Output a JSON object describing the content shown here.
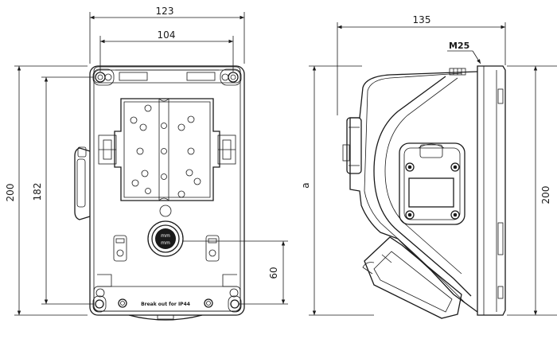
{
  "dimensions": {
    "front_total_width": "123",
    "front_mount_width": "104",
    "front_total_height": "200",
    "front_mount_height": "182",
    "front_bottom_offset": "60",
    "side_depth": "135",
    "side_thread": "M25",
    "side_height": "200",
    "side_variable": "a"
  },
  "labels": {
    "center_cap": "mm",
    "breakout_note": "Break out for IP44"
  }
}
